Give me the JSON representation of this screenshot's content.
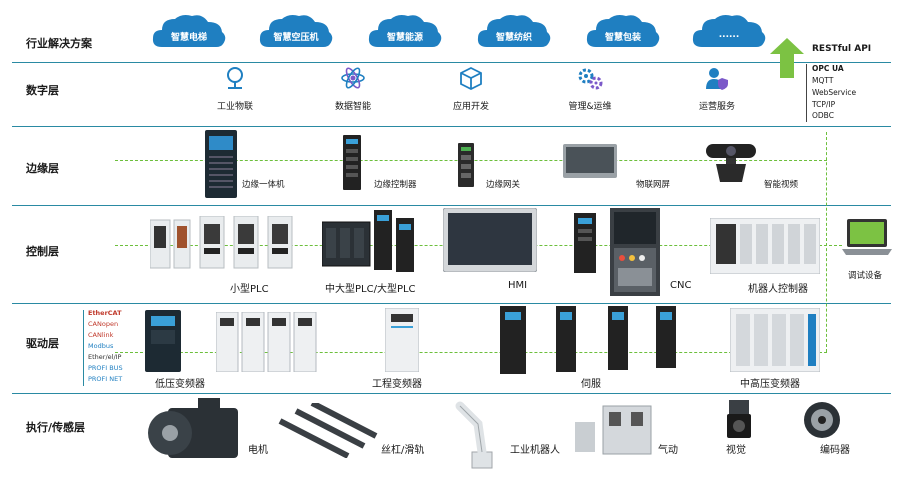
{
  "layers": {
    "industry": "行业解决方案",
    "digital": "数字层",
    "edge": "边缘层",
    "control": "控制层",
    "drive": "驱动层",
    "execute": "执行/传感层"
  },
  "clouds": [
    "智慧电梯",
    "智慧空压机",
    "智慧能源",
    "智慧纺织",
    "智慧包装",
    "......"
  ],
  "services": [
    "工业物联",
    "数据智能",
    "应用开发",
    "管理&运维",
    "运营服务"
  ],
  "api": {
    "title": "RESTful API",
    "protocols": [
      "OPC UA",
      "MQTT",
      "WebService",
      "TCP/IP",
      "ODBC"
    ]
  },
  "edge_devices": [
    "边缘一体机",
    "边缘控制器",
    "边缘网关",
    "物联网屏",
    "智能视频"
  ],
  "control_devices": [
    "小型PLC",
    "中大型PLC/大型PLC",
    "HMI",
    "CNC",
    "机器人控制器",
    "调试设备"
  ],
  "drive": {
    "buses": [
      "EtherCAT",
      "CANopen",
      "CANlink",
      "Modbus",
      "Ether/el/IP",
      "PROFI BUS",
      "PROFI NET"
    ],
    "devices": [
      "低压变频器",
      "工程变频器",
      "伺服",
      "中高压变频器"
    ]
  },
  "execute_devices": [
    "电机",
    "丝杠/滑轨",
    "工业机器人",
    "气动",
    "视觉",
    "编码器"
  ],
  "colors": {
    "cloud": "#1f7fc1",
    "line": "#2a8aa3",
    "dash": "#6cbf3c",
    "arrow": "#7cc243"
  }
}
